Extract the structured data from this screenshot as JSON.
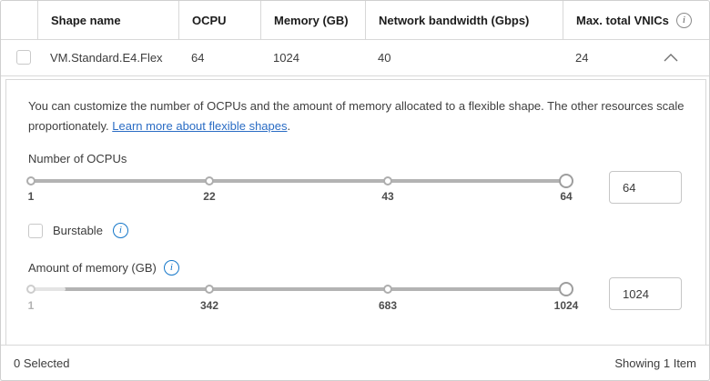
{
  "colors": {
    "border": "#d8d8d8",
    "link_blue": "#2a6cc4",
    "info_blue": "#1577c9",
    "slider_track": "#b3b3b3",
    "slider_track_disabled": "#e4e4e4",
    "header_text": "#1c1c1c",
    "body_text": "#3c3c3c",
    "muted_tick": "#b2b2b2"
  },
  "icons": {
    "info_glyph": "i"
  },
  "table": {
    "header": {
      "shape_name": "Shape name",
      "ocpu": "OCPU",
      "memory": "Memory (GB)",
      "network_bandwidth": "Network bandwidth (Gbps)",
      "max_total_vnics": "Max. total VNICs"
    },
    "row": {
      "shape_name": "VM.Standard.E4.Flex",
      "ocpu": "64",
      "memory": "1024",
      "network_bandwidth": "40",
      "max_total_vnics": "24"
    }
  },
  "details": {
    "description_intro": "You can customize the number of OCPUs and the amount of memory allocated to a flexible shape. The other resources scale proportionately. ",
    "link_text": "Learn more about flexible shapes",
    "description_suffix": ".",
    "ocpu": {
      "label": "Number of OCPUs",
      "ticks": [
        "1",
        "22",
        "43",
        "64"
      ],
      "value": "64"
    },
    "burstable_label": "Burstable",
    "memory": {
      "label": "Amount of memory (GB)",
      "ticks": [
        "1",
        "342",
        "683",
        "1024"
      ],
      "value": "1024"
    }
  },
  "footer": {
    "selected_text": "0 Selected",
    "showing_text": "Showing 1 Item"
  }
}
